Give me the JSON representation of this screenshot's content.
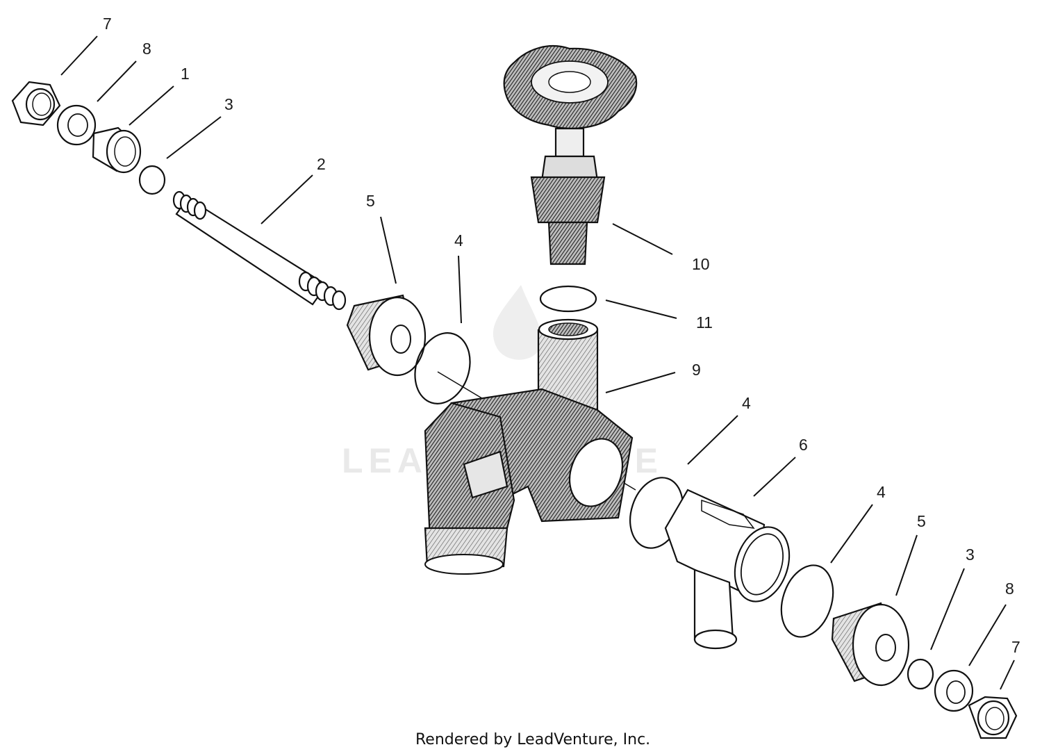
{
  "diagram": {
    "watermark_text": "LEADVENTURE",
    "footer_credit": "Rendered by LeadVenture, Inc.",
    "callouts": [
      {
        "id": "c7a",
        "label": "7"
      },
      {
        "id": "c8a",
        "label": "8"
      },
      {
        "id": "c1",
        "label": "1"
      },
      {
        "id": "c3a",
        "label": "3"
      },
      {
        "id": "c2",
        "label": "2"
      },
      {
        "id": "c5a",
        "label": "5"
      },
      {
        "id": "c4a",
        "label": "4"
      },
      {
        "id": "c10",
        "label": "10"
      },
      {
        "id": "c11",
        "label": "11"
      },
      {
        "id": "c9",
        "label": "9"
      },
      {
        "id": "c4b",
        "label": "4"
      },
      {
        "id": "c6",
        "label": "6"
      },
      {
        "id": "c4c",
        "label": "4"
      },
      {
        "id": "c5b",
        "label": "5"
      },
      {
        "id": "c3b",
        "label": "3"
      },
      {
        "id": "c8b",
        "label": "8"
      },
      {
        "id": "c7b",
        "label": "7"
      }
    ]
  }
}
